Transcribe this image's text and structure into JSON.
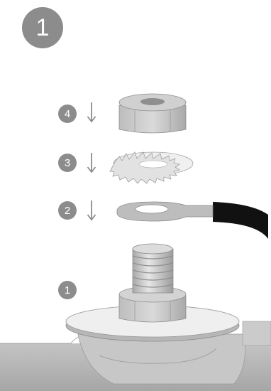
{
  "step_number": "1",
  "parts": [
    {
      "label": "4",
      "name": "hex-nut"
    },
    {
      "label": "3",
      "name": "serrated-lock-washer"
    },
    {
      "label": "2",
      "name": "ring-terminal-with-cable"
    },
    {
      "label": "1",
      "name": "battery-terminal-stud"
    }
  ],
  "colors": {
    "badge": "#8c8c8c",
    "metal": "#c8c8c8",
    "metal_dark": "#9a9a9a",
    "cable": "#111111",
    "base": "#b9b9b9"
  }
}
